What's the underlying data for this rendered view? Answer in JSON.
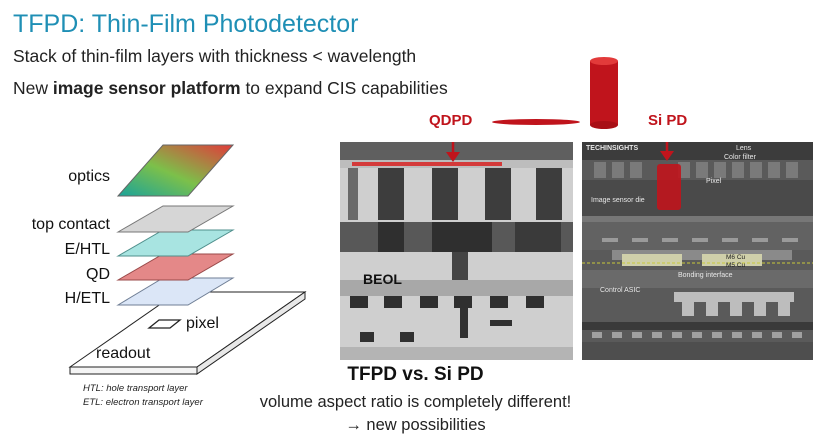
{
  "title": "TFPD: Thin-Film Photodetector",
  "line1": "Stack of thin-film layers with thickness < wavelength",
  "line2": {
    "pre": "New ",
    "bold": "image sensor platform",
    "post": " to expand CIS capabilities"
  },
  "stack_labels": {
    "optics": "optics",
    "top_contact": "top contact",
    "ehtl": "E/HTL",
    "qd": "QD",
    "hetl": "H/ETL",
    "pixel": "pixel",
    "readout": "readout"
  },
  "notes": {
    "htl": "HTL: hole transport layer",
    "etl": "ETL: electron transport layer"
  },
  "labels": {
    "qdpd": "QDPD",
    "sipd": "Si PD",
    "beol": "BEOL"
  },
  "sem_text": {
    "brand": "TECHINSIGHTS",
    "lens": "Lens",
    "color_filter": "Color filter",
    "pixel": "Pixel",
    "image_sensor_die": "Image sensor die",
    "m6cu": "M6 Cu",
    "m5cu": "M5 Cu",
    "bonding": "Bonding interface",
    "control": "Control ASIC"
  },
  "comparison_title": "TFPD vs. Si PD",
  "bottom1": "volume aspect ratio is completely different!",
  "bottom2": {
    "arrow": "→",
    "text": " new possibilities"
  },
  "colors": {
    "title": "#1f8fb5",
    "accent_red": "#c0141c"
  }
}
